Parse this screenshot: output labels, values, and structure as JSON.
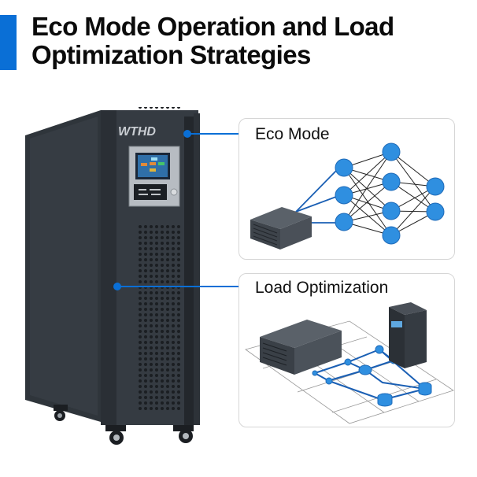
{
  "title": {
    "line1": "Eco Mode Operation and Load",
    "line2": "Optimization Strategies"
  },
  "ups": {
    "brand": "WTHD"
  },
  "panels": {
    "eco_mode": {
      "label": "Eco Mode"
    },
    "load_optimization": {
      "label": "Load Optimization"
    }
  },
  "colors": {
    "accent": "#0a6fd6",
    "node": "#2f8fe0",
    "cabinet": "#33393f"
  }
}
